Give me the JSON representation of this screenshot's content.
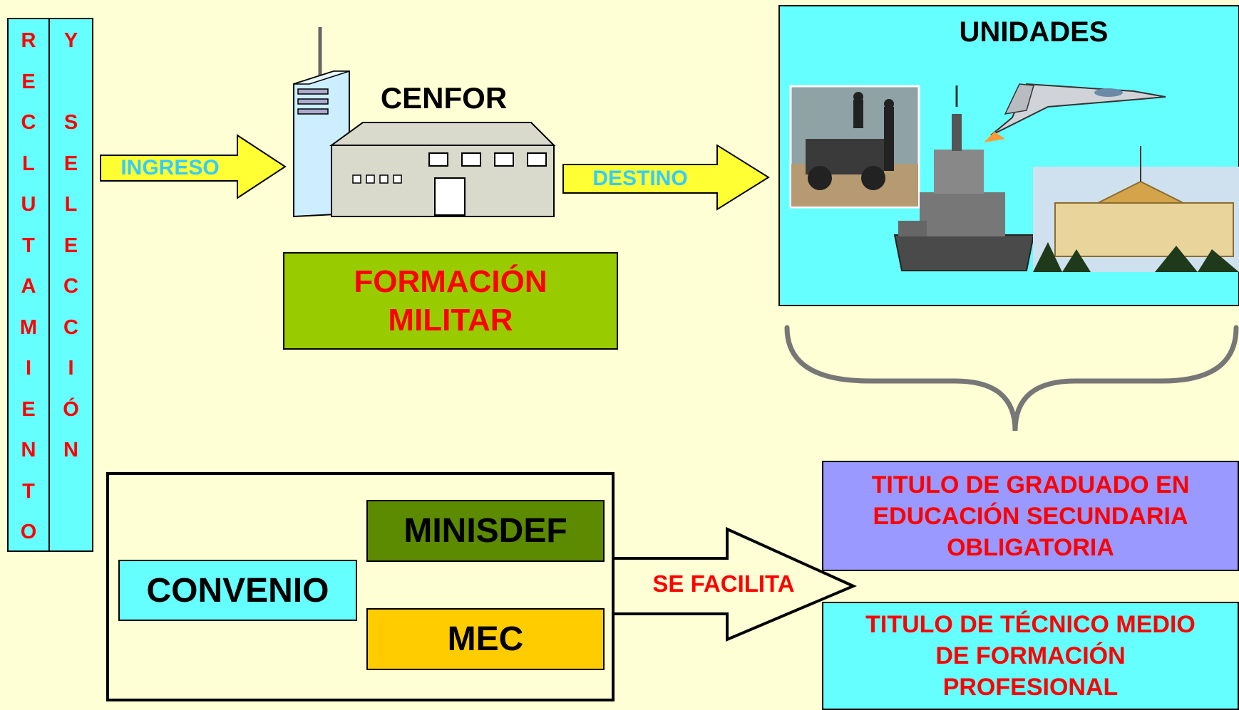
{
  "sidebar": {
    "col1_letters": [
      "R",
      "E",
      "C",
      "L",
      "U",
      "T",
      "A",
      "M",
      "I",
      "E",
      "N",
      "T",
      "O"
    ],
    "col2_letters": [
      "Y",
      "",
      "S",
      "E",
      "L",
      "E",
      "C",
      "C",
      "I",
      "Ó",
      "N"
    ]
  },
  "arrows": {
    "ingreso": "INGRESO",
    "destino": "DESTINO",
    "se_facilita": "SE FACILITA"
  },
  "cenfor": {
    "title": "CENFOR",
    "formacion_line1": "FORMACIÓN",
    "formacion_line2": "MILITAR"
  },
  "unidades": {
    "title": "UNIDADES"
  },
  "convenio": {
    "label": "CONVENIO",
    "minisdef": "MINISDEF",
    "mec": "MEC"
  },
  "titles": {
    "graduado": [
      "TITULO DE GRADUADO EN",
      "EDUCACIÓN SECUNDARIA",
      "OBLIGATORIA"
    ],
    "tecnico": [
      "TITULO DE TÉCNICO MEDIO",
      "DE FORMACIÓN",
      "PROFESIONAL"
    ]
  },
  "colors": {
    "background": "#ffffd5",
    "cyan": "#66ffff",
    "yellow_arrow": "#ffff33",
    "red_text": "#ff0000",
    "green_box": "#99cc00",
    "dark_green": "#5c8a00",
    "gold": "#ffcc00",
    "lavender": "#9999ff"
  },
  "icons": [
    "building-icon",
    "jeep-soldiers-icon",
    "warship-icon",
    "fighter-jet-icon",
    "palace-icon",
    "curly-brace-icon"
  ]
}
